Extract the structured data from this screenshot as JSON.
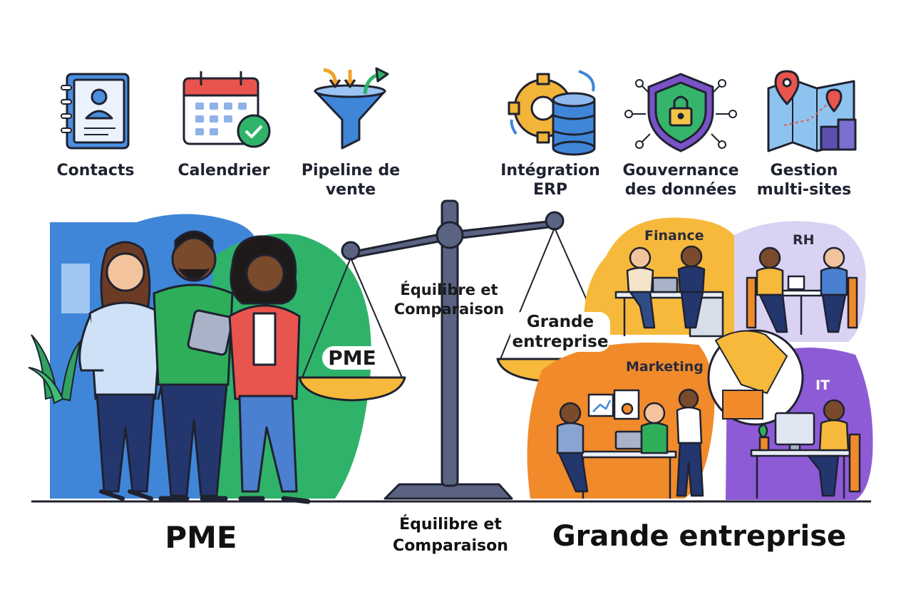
{
  "features": [
    {
      "icon": "contact-book-icon",
      "label": "Contacts"
    },
    {
      "icon": "calendar-icon",
      "label": "Calendrier"
    },
    {
      "icon": "funnel-icon",
      "label": "Pipeline de vente"
    },
    {
      "icon": "gear-database-icon",
      "label": "Intégration ERP"
    },
    {
      "icon": "shield-lock-icon",
      "label": "Gouvernance des données"
    },
    {
      "icon": "map-buildings-icon",
      "label": "Gestion multi-sites"
    }
  ],
  "scale": {
    "beam_label": "Équilibre et Comparaison",
    "left_pan": "PME",
    "right_pan": "Grande entreprise"
  },
  "departments": {
    "finance": "Finance",
    "rh": "RH",
    "marketing": "Marketing",
    "it": "IT"
  },
  "captions": {
    "left": "PME",
    "center": "Équilibre et Comparaison",
    "right": "Grande entreprise"
  },
  "colors": {
    "blue": "#3f86d8",
    "green": "#2fb36a",
    "orange": "#f08a2b",
    "yellow": "#f6b93b",
    "purple": "#8e5bd6",
    "lavender": "#d9d2f2",
    "scale": "#5b6382"
  }
}
